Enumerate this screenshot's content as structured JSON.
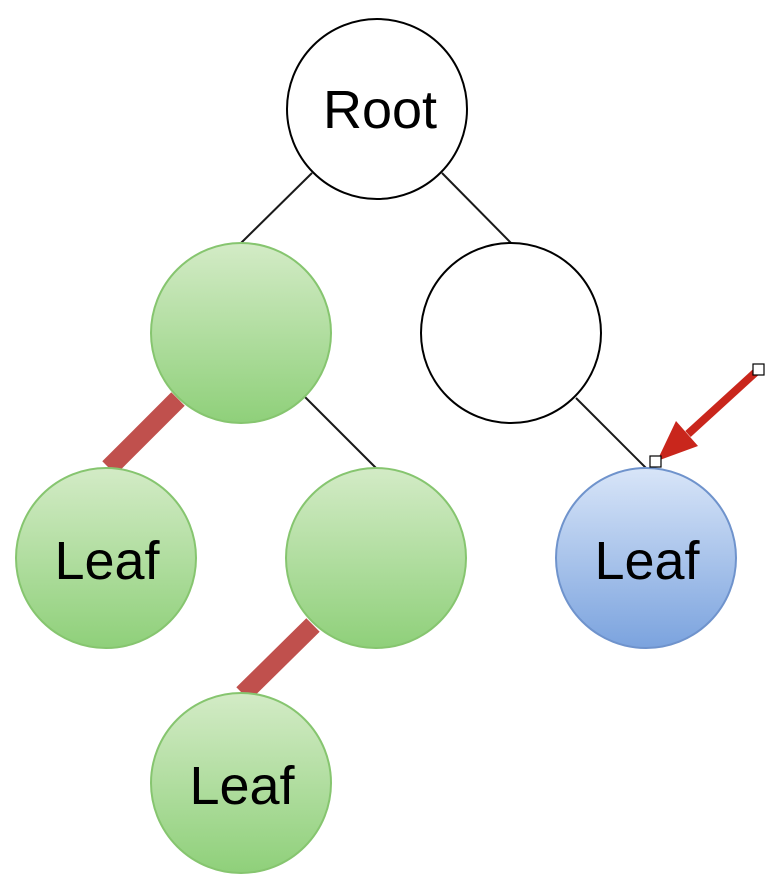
{
  "diagram": {
    "colors": {
      "plain_fill": "#ffffff",
      "plain_stroke": "#000000",
      "green_top": "#d3ebc6",
      "green_bottom": "#8fd07a",
      "green_stroke": "#86c56f",
      "blue_top": "#d8e5f8",
      "blue_bottom": "#7ba3de",
      "blue_stroke": "#6f93cc",
      "highlight_edge": "#c0504d",
      "arrow": "#c9261c"
    },
    "nodes": [
      {
        "id": "root",
        "label": "Root",
        "style": "plain"
      },
      {
        "id": "left",
        "label": "",
        "style": "green"
      },
      {
        "id": "right",
        "label": "",
        "style": "plain"
      },
      {
        "id": "left-leaf",
        "label": "Leaf",
        "style": "green"
      },
      {
        "id": "left-right",
        "label": "",
        "style": "green"
      },
      {
        "id": "bottom-leaf",
        "label": "Leaf",
        "style": "green"
      },
      {
        "id": "right-leaf",
        "label": "Leaf",
        "style": "blue"
      }
    ],
    "edges": [
      {
        "id": "root-left",
        "from": "root",
        "to": "left",
        "style": "thin"
      },
      {
        "id": "root-right",
        "from": "root",
        "to": "right",
        "style": "thin"
      },
      {
        "id": "left-leftleaf",
        "from": "left",
        "to": "left-leaf",
        "style": "highlight"
      },
      {
        "id": "left-leftright",
        "from": "left",
        "to": "left-right",
        "style": "thin"
      },
      {
        "id": "leftright-bottomleaf",
        "from": "left-right",
        "to": "bottom-leaf",
        "style": "highlight"
      },
      {
        "id": "right-rightleaf",
        "from": "right",
        "to": "right-leaf",
        "style": "thin"
      }
    ],
    "arrow": {
      "icon": "red-arrow-icon",
      "target": "right-leaf"
    }
  }
}
